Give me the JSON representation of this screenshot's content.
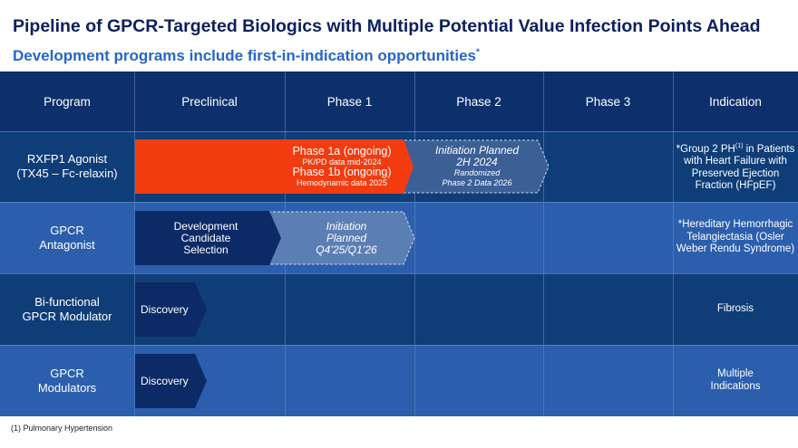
{
  "title": "Pipeline of GPCR-Targeted Biologics with Multiple Potential Value Infection Points Ahead",
  "subtitle": "Development programs include first-in-indication opportunities",
  "subtitle_mark": "*",
  "headers": [
    "Program",
    "Preclinical",
    "Phase 1",
    "Phase 2",
    "Phase 3",
    "Indication"
  ],
  "rows": [
    {
      "program": [
        "RXFP1 Agonist",
        "(TX45 – Fc-relaxin)"
      ],
      "indication": {
        "prefix": "*Group 2 PH",
        "sup": "(1)",
        "rest": " in Patients with Heart Failure with Preserved Ejection Fraction (HFpEF)"
      },
      "bar": {
        "line1": "Phase 1a (ongoing)",
        "line2": "PK/PD data mid-2024",
        "line3": "Phase 1b (ongoing)",
        "line4": "Hemodynamic data 2025"
      },
      "planned": {
        "line1": "Initiation Planned",
        "line2": "2H 2024",
        "line3": "Randomized",
        "line4": "Phase 2 Data 2026"
      }
    },
    {
      "program": [
        "GPCR",
        "Antagonist"
      ],
      "indication": "*Hereditary Hemorrhagic Telangiectasia (Osler Weber Rendu Syndrome)",
      "bar": {
        "line1": "Development",
        "line2": "Candidate",
        "line3": "Selection"
      },
      "planned": {
        "line1": "Initiation",
        "line2": "Planned",
        "line3": "Q4’25/Q1’26"
      }
    },
    {
      "program": [
        "Bi-functional",
        "GPCR Modulator"
      ],
      "indication": "Fibrosis",
      "bar": {
        "line1": "Discovery"
      }
    },
    {
      "program": [
        "GPCR",
        "Modulators"
      ],
      "indication": "Multiple Indications",
      "bar": {
        "line1": "Discovery"
      }
    }
  ],
  "footnote": "(1) Pulmonary Hypertension",
  "colors": {
    "title": "#0c1f5e",
    "subtitle": "#2566c8",
    "header_bg": "#0d2f6b",
    "row_dark": "#0f3d78",
    "row_light": "#2b5fae",
    "orange_bar": "#f23c10",
    "navy_bar": "#0c2a66",
    "planned_fill": "#5b7fb5"
  }
}
